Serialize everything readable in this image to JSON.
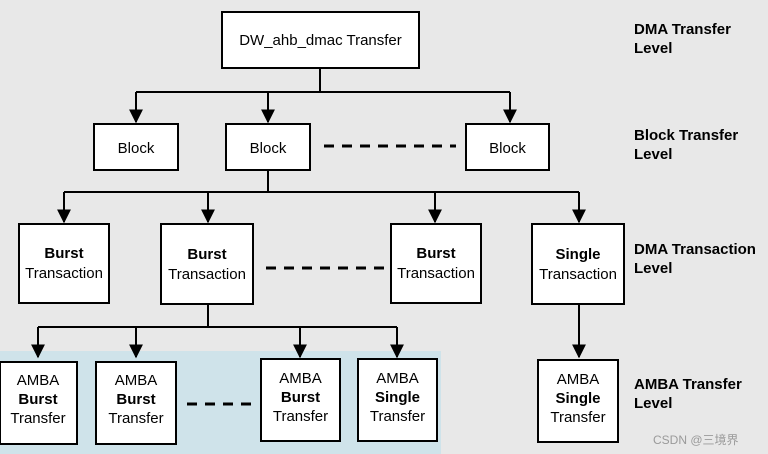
{
  "diagram": {
    "top": {
      "text": "DW_ahb_dmac Transfer"
    },
    "blocks": [
      {
        "text": "Block"
      },
      {
        "text": "Block"
      },
      {
        "text": "Block"
      }
    ],
    "transactions": [
      {
        "bold": "Burst",
        "text": "Transaction"
      },
      {
        "bold": "Burst",
        "text": "Transaction"
      },
      {
        "bold": "Burst",
        "text": "Transaction"
      },
      {
        "bold": "Single",
        "text": "Transaction"
      }
    ],
    "amba": [
      {
        "top": "AMBA",
        "bold": "Burst",
        "bottom": "Transfer"
      },
      {
        "top": "AMBA",
        "bold": "Burst",
        "bottom": "Transfer"
      },
      {
        "top": "AMBA",
        "bold": "Burst",
        "bottom": "Transfer"
      },
      {
        "top": "AMBA",
        "bold": "Single",
        "bottom": "Transfer"
      },
      {
        "top": "AMBA",
        "bold": "Single",
        "bottom": "Transfer"
      }
    ]
  },
  "levels": [
    {
      "line1": "DMA Transfer",
      "line2": "Level"
    },
    {
      "line1": "Block Transfer",
      "line2": "Level"
    },
    {
      "line1": "DMA Transaction",
      "line2": "Level"
    },
    {
      "line1": "AMBA Transfer",
      "line2": "Level"
    }
  ],
  "watermark": "CSDN @三境界",
  "colors": {
    "background": "#e8e8e8",
    "highlight": "#cfe3ea",
    "box_fill": "#ffffff",
    "stroke": "#000000"
  }
}
